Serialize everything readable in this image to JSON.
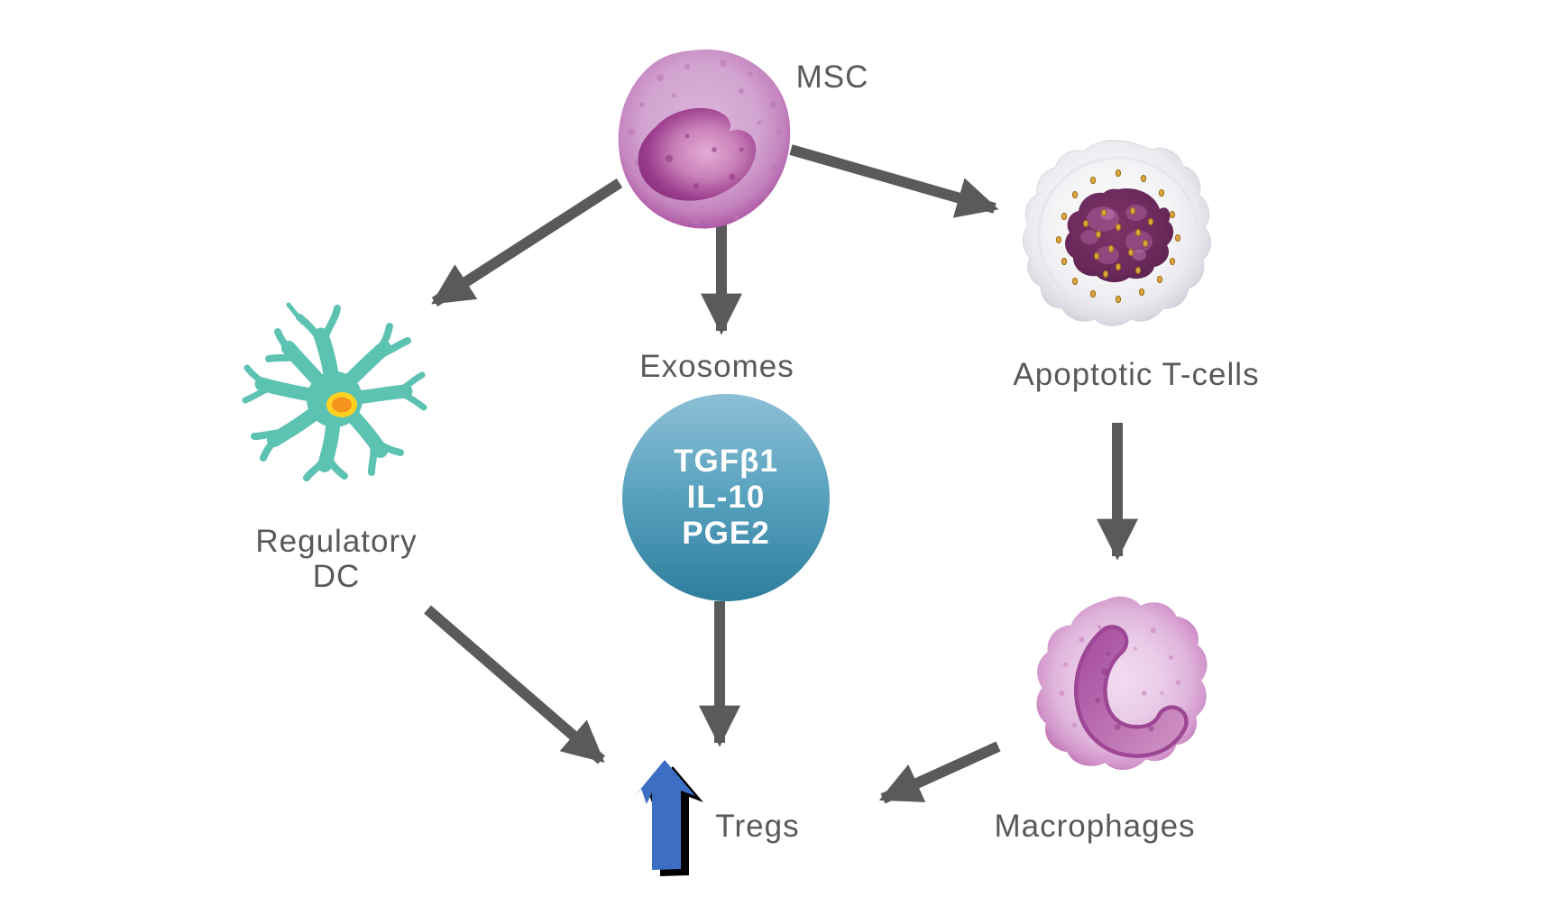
{
  "diagram": {
    "nodes": {
      "msc": {
        "label": "MSC"
      },
      "regulatory_dc": {
        "label_line1": "Regulatory",
        "label_line2": "DC"
      },
      "exosomes": {
        "label": "Exosomes",
        "contents": [
          "TGFβ1",
          "IL-10",
          "PGE2"
        ]
      },
      "apoptotic_tcells": {
        "label": "Apoptotic T-cells"
      },
      "macrophages": {
        "label": "Macrophages"
      },
      "tregs": {
        "label": "Tregs"
      }
    },
    "edges": [
      {
        "from": "MSC",
        "to": "Regulatory DC"
      },
      {
        "from": "MSC",
        "to": "Exosomes"
      },
      {
        "from": "MSC",
        "to": "Apoptotic T-cells"
      },
      {
        "from": "Apoptotic T-cells",
        "to": "Macrophages"
      },
      {
        "from": "Regulatory DC",
        "to": "Tregs"
      },
      {
        "from": "Exosomes",
        "to": "Tregs"
      },
      {
        "from": "Macrophages",
        "to": "Tregs"
      }
    ],
    "colors": {
      "label_text": "#58595B",
      "arrow_gray": "#595A5C",
      "tregs_arrow_blue": "#3C6FC3",
      "dc_body_teal": "#5CC2B1",
      "dc_nucleus_yellow": "#FFD21F",
      "dc_nucleus_orange": "#F6921E",
      "exosome_gradient_top": "#8CBFD5",
      "exosome_gradient_bottom": "#2E7E9D",
      "exosome_text": "#FFFFFF",
      "msc_cell_magenta": "#AF4BA3",
      "apoptotic_speck_gold": "#DCA63F",
      "macrophage_pink": "#C06CB8"
    }
  }
}
